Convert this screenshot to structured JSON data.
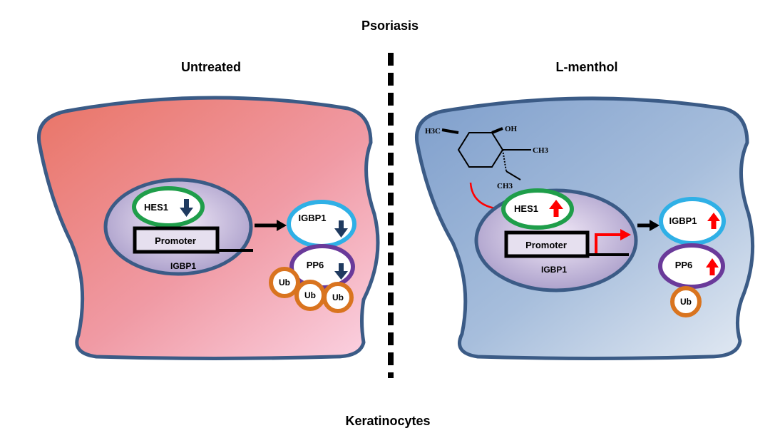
{
  "title": "Psoriasis",
  "footer": "Keratinocytes",
  "panels": {
    "untreated": {
      "heading": "Untreated",
      "nucleus_label": "IGBP1",
      "hes1": "HES1",
      "promoter": "Promoter",
      "igbp1": "IGBP1",
      "pp6": "PP6",
      "ub": [
        "Ub",
        "Ub",
        "Ub"
      ],
      "trend": "down"
    },
    "treated": {
      "heading": "L-menthol",
      "nucleus_label": "IGBP1",
      "hes1": "HES1",
      "promoter": "Promoter",
      "igbp1": "IGBP1",
      "pp6": "PP6",
      "ub": [
        "Ub"
      ],
      "trend": "up",
      "molecule": {
        "h3c": "H3C",
        "oh": "OH",
        "ch3_a": "CH3",
        "ch3_b": "CH3"
      }
    }
  },
  "colors": {
    "cell_outline": "#3b5b86",
    "untreated_fill_top": "#e87a6e",
    "untreated_fill_bottom": "#f9c6d6",
    "treated_fill_top": "#86a6cf",
    "treated_fill_bottom": "#e0e8f2",
    "hes1_ring": "#1f9e4a",
    "igbp1_ring": "#2fb0e6",
    "pp6_ring": "#6a3a9a",
    "ub_ring": "#d9741f",
    "down_arrow": "#1f3a5f",
    "up_arrow": "#ff0000"
  }
}
